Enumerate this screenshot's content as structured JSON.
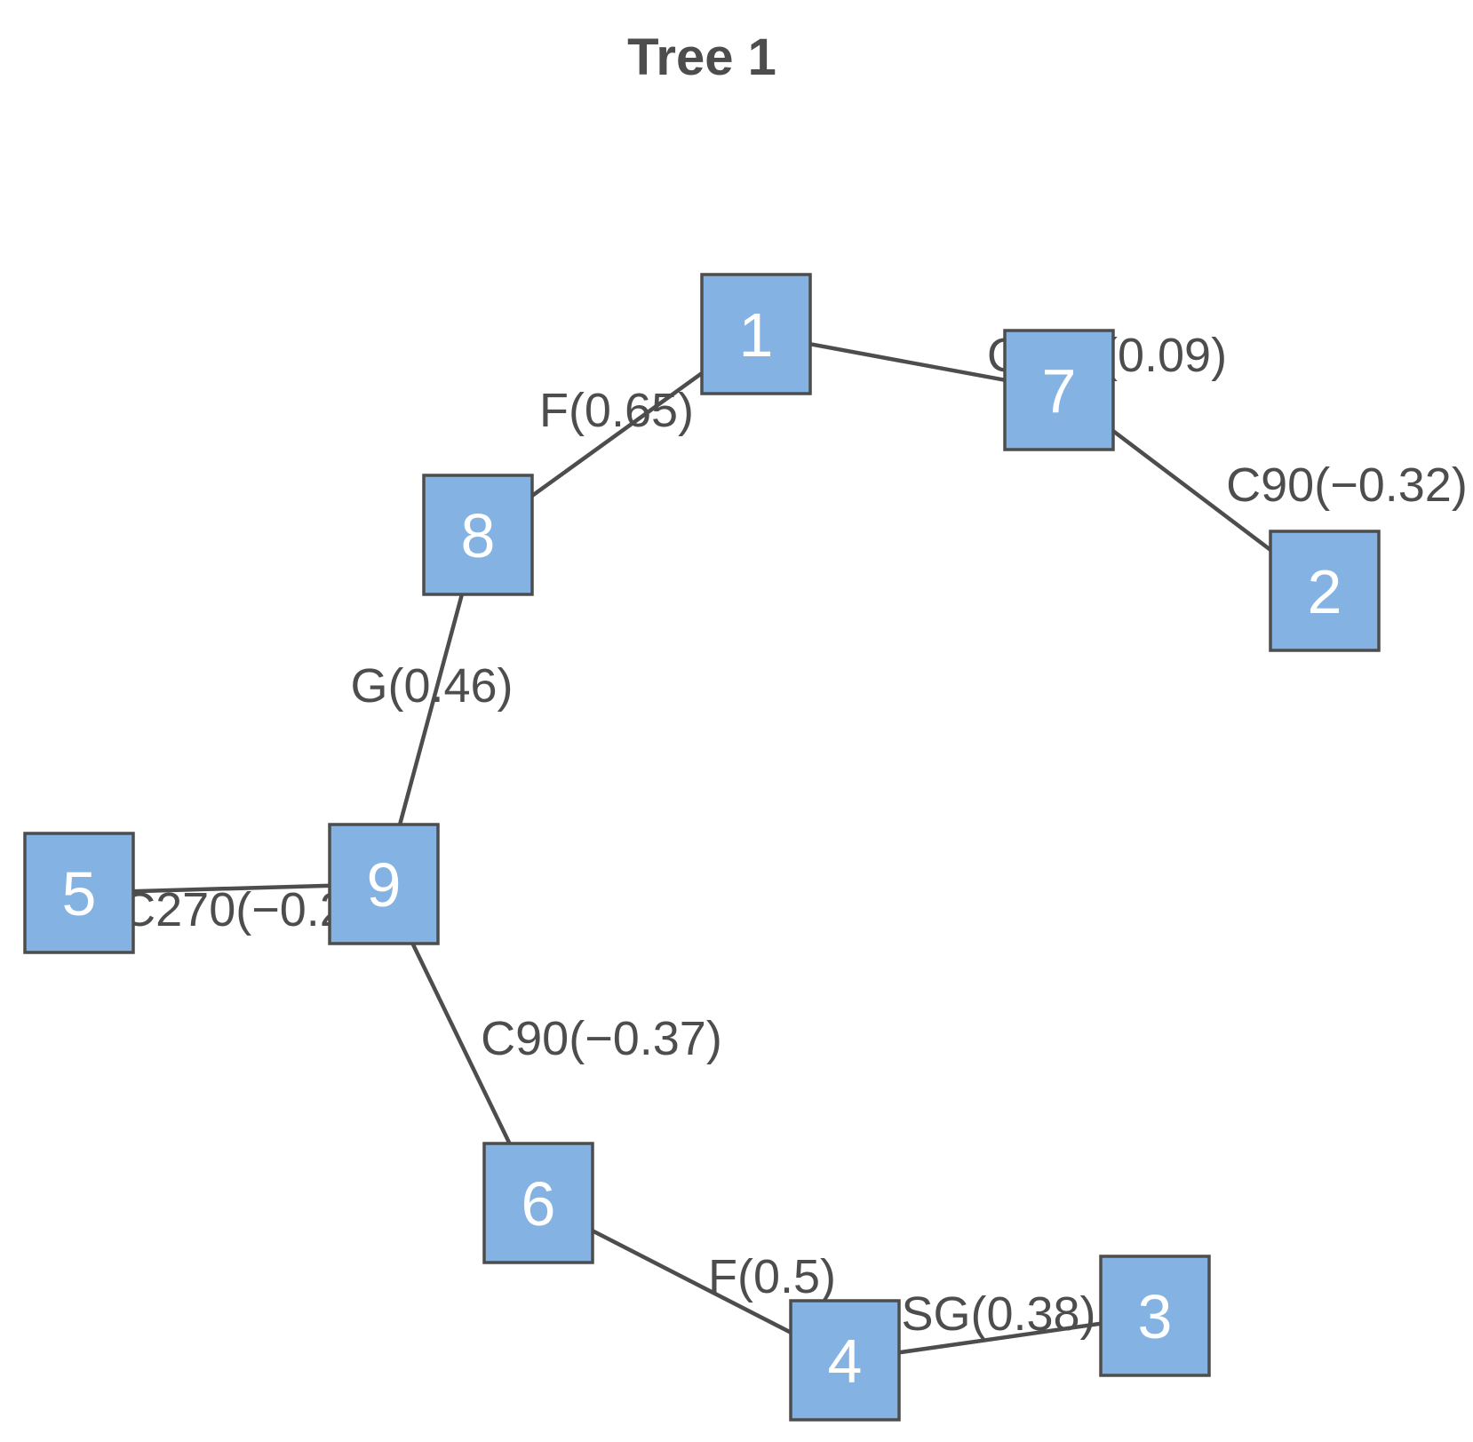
{
  "title": "Tree 1",
  "colors": {
    "node_fill": "#84b3e3",
    "node_stroke": "#4d4d4d",
    "edge": "#4d4d4d",
    "text": "#4d4d4d",
    "node_text": "#ffffff"
  },
  "nodes": [
    {
      "id": "1",
      "label": "1"
    },
    {
      "id": "2",
      "label": "2"
    },
    {
      "id": "3",
      "label": "3"
    },
    {
      "id": "4",
      "label": "4"
    },
    {
      "id": "5",
      "label": "5"
    },
    {
      "id": "6",
      "label": "6"
    },
    {
      "id": "7",
      "label": "7"
    },
    {
      "id": "8",
      "label": "8"
    },
    {
      "id": "9",
      "label": "9"
    }
  ],
  "edges": [
    {
      "from": "8",
      "to": "1",
      "label": "F(0.65)"
    },
    {
      "from": "1",
      "to": "7",
      "label": "C270(0.09)"
    },
    {
      "from": "7",
      "to": "2",
      "label": "C90(−0.32)"
    },
    {
      "from": "8",
      "to": "9",
      "label": "G(0.46)"
    },
    {
      "from": "5",
      "to": "9",
      "label": "C270(−0.2)"
    },
    {
      "from": "9",
      "to": "6",
      "label": "C90(−0.37)"
    },
    {
      "from": "6",
      "to": "4",
      "label": "F(0.5)"
    },
    {
      "from": "4",
      "to": "3",
      "label": "SG(0.38)"
    }
  ]
}
